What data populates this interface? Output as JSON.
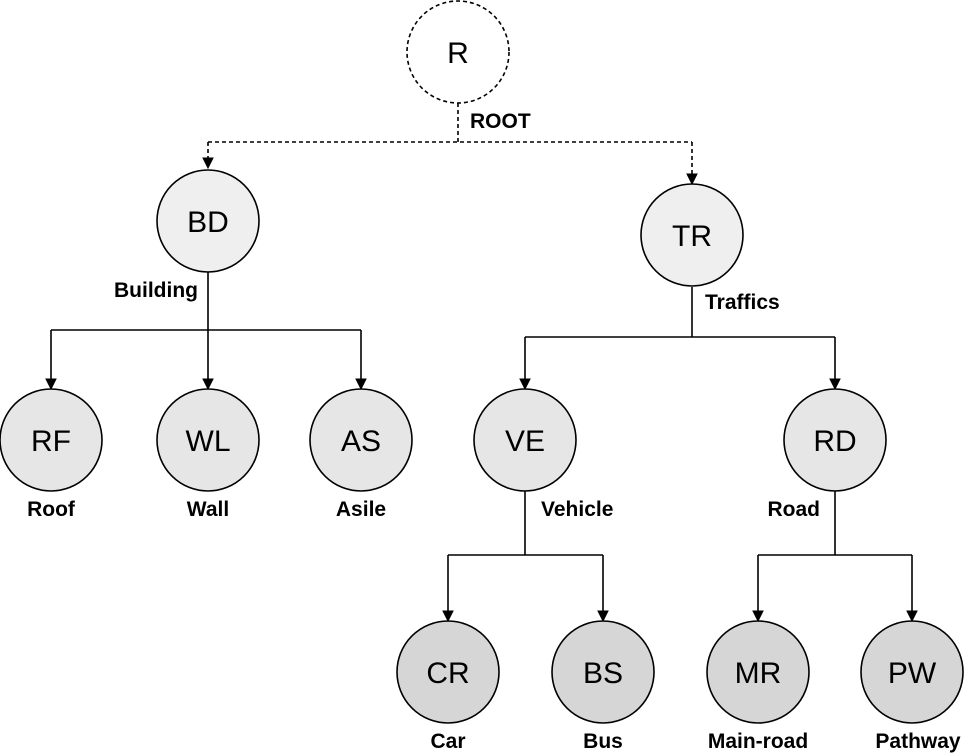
{
  "diagram": {
    "root": {
      "code": "R",
      "caption": "ROOT"
    },
    "level1": [
      {
        "code": "BD",
        "caption": "Building"
      },
      {
        "code": "TR",
        "caption": "Traffics"
      }
    ],
    "level2": [
      {
        "code": "RF",
        "caption": "Roof"
      },
      {
        "code": "WL",
        "caption": "Wall"
      },
      {
        "code": "AS",
        "caption": "Asile"
      },
      {
        "code": "VE",
        "caption": "Vehicle"
      },
      {
        "code": "RD",
        "caption": "Road"
      }
    ],
    "level3": [
      {
        "code": "CR",
        "caption": "Car"
      },
      {
        "code": "BS",
        "caption": "Bus"
      },
      {
        "code": "MR",
        "caption": "Main-road"
      },
      {
        "code": "PW",
        "caption": "Pathway"
      }
    ]
  },
  "colors": {
    "root_fill": "#ffffff",
    "level_fill": "#efefef",
    "leaf_fill": "#e6e6e6",
    "deep_leaf_fill": "#d6d6d6",
    "stroke": "#000000"
  }
}
